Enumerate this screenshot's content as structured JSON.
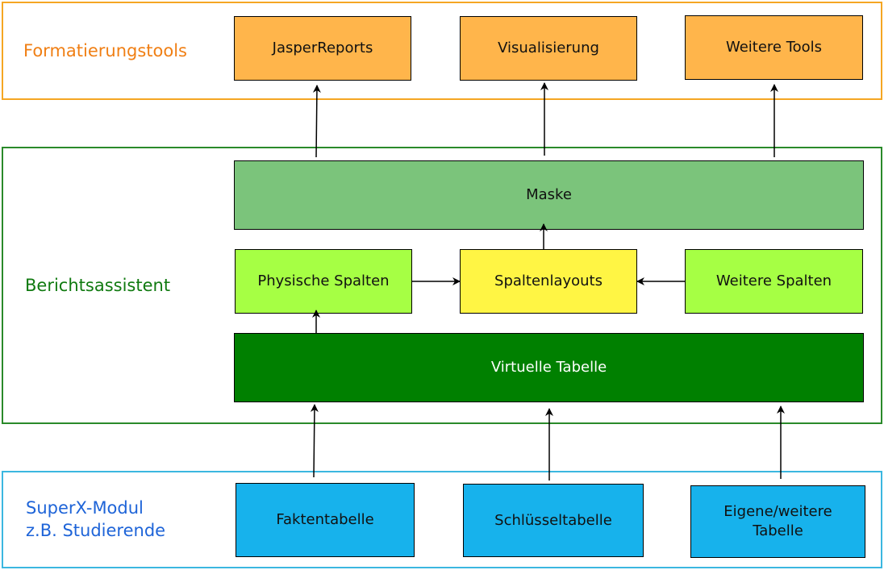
{
  "colors": {
    "formatierung_border": "#F5A623",
    "formatierung_text": "#F07F14",
    "formatierung_box": "#FFB54B",
    "bericht_border": "#2A8A2A",
    "bericht_text": "#107A10",
    "maske": "#7BC47B",
    "spalten_green": "#A6FF44",
    "spaltenlayouts": "#FFF544",
    "virtuelle": "#008000",
    "superx_border": "#3BB7E0",
    "superx_text": "#1E64D8",
    "superx_box": "#17B2EC"
  },
  "layers": {
    "formatierung": {
      "label": "Formatierungstools"
    },
    "bericht": {
      "label": "Berichtsassistent"
    },
    "superx": {
      "label": "SuperX-Modul\nz.B. Studierende"
    }
  },
  "nodes": {
    "jasper": "JasperReports",
    "visualisierung": "Visualisierung",
    "weitere_tools": "Weitere Tools",
    "maske": "Maske",
    "physische_spalten": "Physische Spalten",
    "spaltenlayouts": "Spaltenlayouts",
    "weitere_spalten": "Weitere Spalten",
    "virtuelle_tabelle": "Virtuelle Tabelle",
    "faktentabelle": "Faktentabelle",
    "schluesseltabelle": "Schlüsseltabelle",
    "eigene_tabelle": "Eigene/weitere\nTabelle"
  }
}
